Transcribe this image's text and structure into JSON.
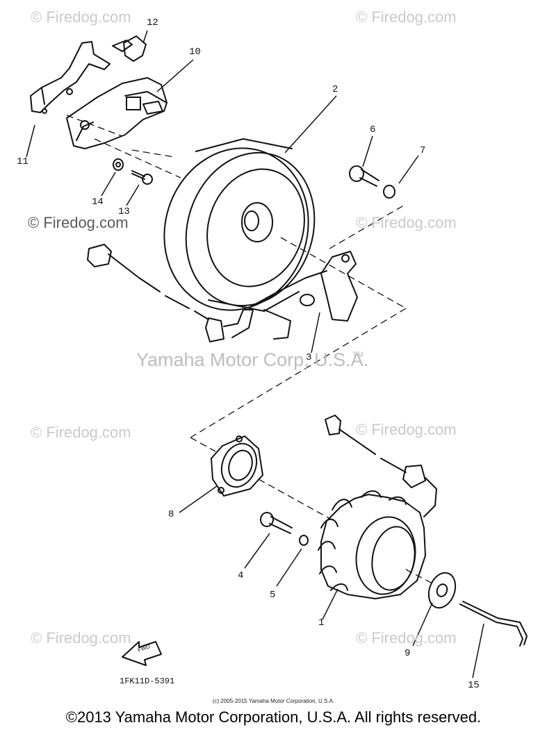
{
  "watermarks": {
    "top_left": "© Firedog.com",
    "top_right": "© Firedog.com",
    "mid_left": "© Firedog.com",
    "mid_right": "© Firedog.com",
    "lower_left": "© Firedog.com",
    "lower_right": "© Firedog.com",
    "bottom_left": "© Firedog.com",
    "bottom_right": "© Firedog.com"
  },
  "brand_watermark": "Yamaha Motor Corp, U.S.A.",
  "trademark": "TM",
  "part_labels": {
    "p1": "1",
    "p2": "2",
    "p3": "3",
    "p4": "4",
    "p5": "5",
    "p6": "6",
    "p7": "7",
    "p8": "8",
    "p9": "9",
    "p10": "10",
    "p11": "11",
    "p12": "12",
    "p13": "13",
    "p14": "14",
    "p15": "15"
  },
  "fwd_label": "FWD",
  "diagram_code": "1FK11D-5391",
  "small_copyright": "(c) 2005-2015 Yamaha Motor Corporation, U.S.A.",
  "footer": "©2013 Yamaha Motor Corporation, U.S.A. All rights reserved."
}
